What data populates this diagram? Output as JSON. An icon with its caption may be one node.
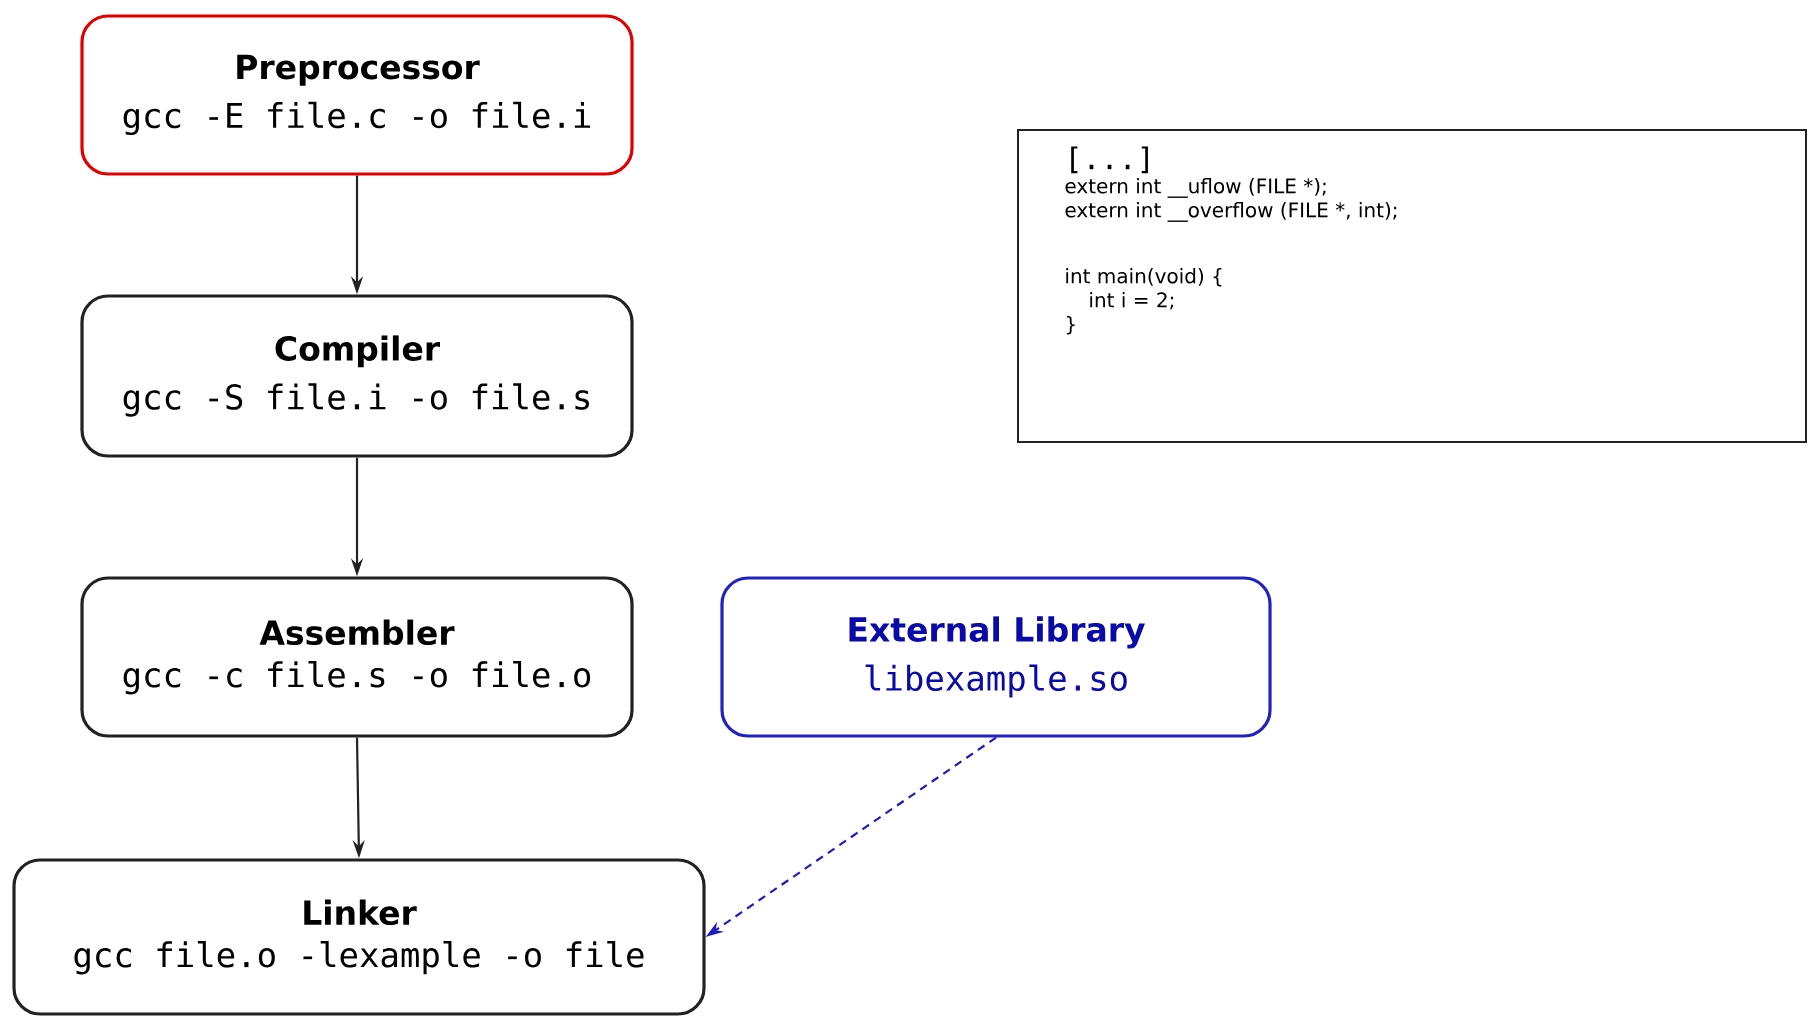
{
  "diagram": {
    "nodes": [
      {
        "text": [
          "Preprocessor",
          "gcc -E file.c -o file.i"
        ]
      },
      {
        "text": [
          "Compiler",
          "gcc -S file.i -o file.s"
        ]
      },
      {
        "text": [
          "Assembler",
          "gcc -c file.s -o file.o"
        ]
      },
      {
        "text": [
          "Linker",
          "gcc file.o -lexample -o file"
        ]
      },
      {
        "text": [
          "External Library",
          "libexample.so"
        ]
      },
      {
        "text": [
          "[...]",
          "extern int __uflow (FILE *);",
          "extern int __overflow (FILE *, int);",
          "int main(void) {",
          "int i = 2;",
          "}"
        ]
      }
    ],
    "edges": [
      {
        "from": 0,
        "to": 1,
        "arrow": "to"
      },
      {
        "from": 1,
        "to": 2,
        "arrow": "to"
      },
      {
        "from": 2,
        "to": 3,
        "arrow": "to"
      },
      {
        "from": 4,
        "to": 3,
        "arrow": "to",
        "style": "dashed",
        "color": "#1c1cc0"
      }
    ]
  }
}
